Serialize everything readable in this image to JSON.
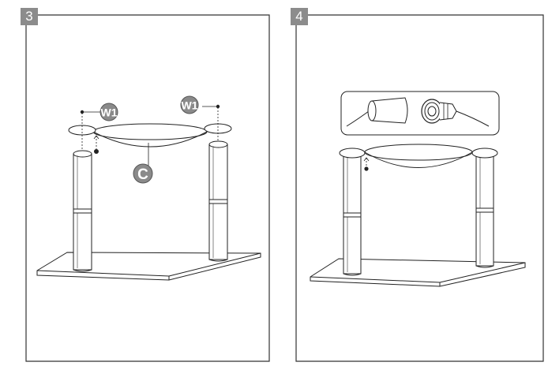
{
  "steps": [
    {
      "number": "3",
      "labels": {
        "washer_left": "W1",
        "washer_right": "W1",
        "part_c": "C"
      }
    },
    {
      "number": "4"
    }
  ],
  "colors": {
    "frame": "#333333",
    "badge": "#8c8c8c",
    "label_bubble": "#8a8a8a",
    "line": "#222222"
  }
}
